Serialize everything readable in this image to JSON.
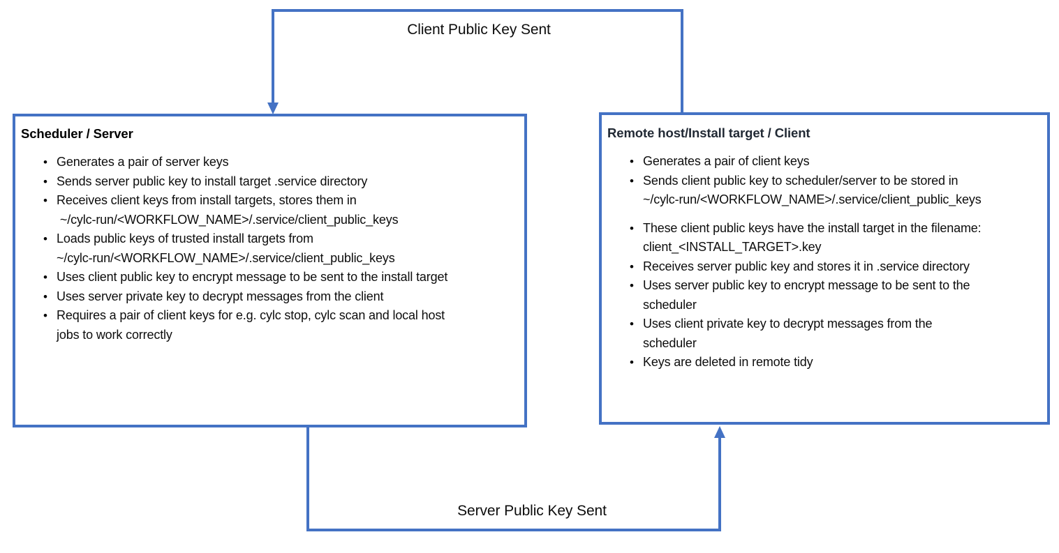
{
  "colors": {
    "accent": "#4472C4",
    "left_title": "#000000",
    "right_title": "#222A35",
    "body_text": "#0d0d0d"
  },
  "top_arrow": {
    "label": "Client Public Key Sent"
  },
  "bottom_arrow": {
    "label": "Server Public Key Sent"
  },
  "left_box": {
    "title": "Scheduler / Server",
    "bullets": [
      "Generates a pair of server keys",
      "Sends server public key to install target .service directory",
      "Receives client keys from install targets, stores them in\n ~/cylc-run/<WORKFLOW_NAME>/.service/client_public_keys",
      "Loads public keys of trusted install targets from\n~/cylc-run/<WORKFLOW_NAME>/.service/client_public_keys",
      "Uses client public key to encrypt message to be sent to the install target",
      "Uses server private key to decrypt messages from the client",
      "Requires a pair of client keys for e.g. cylc stop, cylc scan and local host\njobs to work correctly"
    ]
  },
  "right_box": {
    "title": "Remote host/Install target / Client",
    "bullets": [
      "Generates a pair of client keys",
      "Sends client public key to scheduler/server to be stored in\n~/cylc-run/<WORKFLOW_NAME>/.service/client_public_keys",
      "These client public keys have the install target in the filename:\nclient_<INSTALL_TARGET>.key",
      "Receives server public key and stores it in .service directory",
      "Uses server public key to encrypt message to be sent to the\nscheduler",
      "Uses client private key to decrypt messages from the\nscheduler",
      "Keys are deleted in remote tidy"
    ]
  }
}
